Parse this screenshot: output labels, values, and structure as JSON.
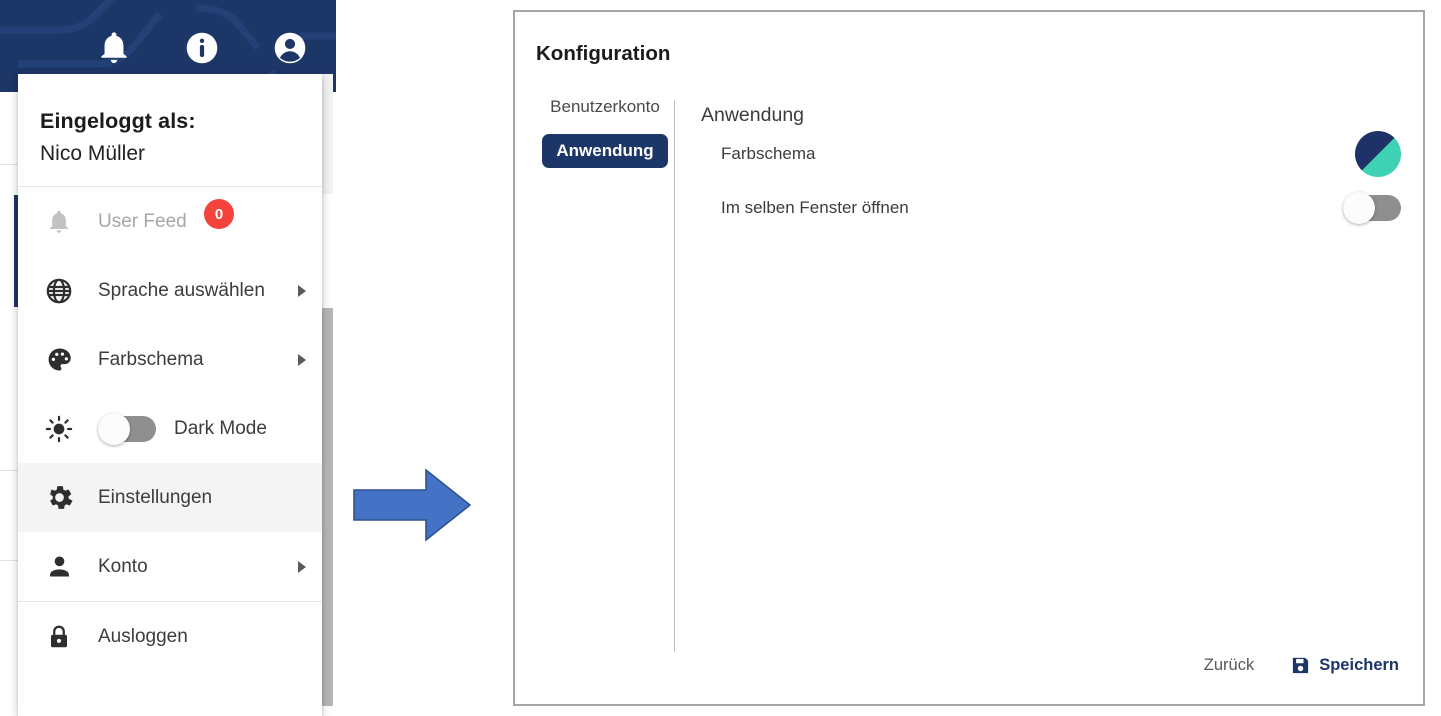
{
  "app_header": {
    "icons": [
      {
        "name": "notifications-bell-icon",
        "label": "Benachrichtigungen"
      },
      {
        "name": "info-circle-icon",
        "label": "Information"
      },
      {
        "name": "account-circle-icon",
        "label": "Benutzerkonto"
      }
    ],
    "background_color": "#1d3668"
  },
  "user_menu": {
    "logged_in_label": "Eingeloggt als:",
    "user_name": "Nico Müller",
    "items": [
      {
        "icon": "bell-icon",
        "label": "User Feed",
        "badge": "0",
        "disabled": true,
        "caret": false,
        "toggle": false,
        "highlight": false
      },
      {
        "icon": "globe-icon",
        "label": "Sprache auswählen",
        "badge": null,
        "disabled": false,
        "caret": true,
        "toggle": false,
        "highlight": false
      },
      {
        "icon": "palette-icon",
        "label": "Farbschema",
        "badge": null,
        "disabled": false,
        "caret": true,
        "toggle": false,
        "highlight": false
      },
      {
        "icon": "sun-icon",
        "label": "Dark Mode",
        "badge": null,
        "disabled": false,
        "caret": false,
        "toggle": true,
        "toggle_on": false,
        "highlight": false
      },
      {
        "icon": "gear-icon",
        "label": "Einstellungen",
        "badge": null,
        "disabled": false,
        "caret": false,
        "toggle": false,
        "highlight": true
      },
      {
        "icon": "person-icon",
        "label": "Konto",
        "badge": null,
        "disabled": false,
        "caret": true,
        "toggle": false,
        "highlight": false
      },
      {
        "icon": "lock-icon",
        "label": "Ausloggen",
        "badge": null,
        "disabled": false,
        "caret": false,
        "toggle": false,
        "highlight": false
      }
    ],
    "badge_color": "#f4433c"
  },
  "arrow": {
    "name": "flow-arrow",
    "fill": "#4472c4",
    "stroke": "#2f528f"
  },
  "dialog": {
    "title": "Konfiguration",
    "nav": [
      {
        "label": "Benutzerkonto",
        "active": false
      },
      {
        "label": "Anwendung",
        "active": true
      }
    ],
    "pane_title": "Anwendung",
    "preferences": [
      {
        "label": "Farbschema",
        "control": "color-swatch",
        "colors": [
          "#1e3268",
          "#3fd1b4"
        ]
      },
      {
        "label": "Im selben Fenster öffnen",
        "control": "toggle",
        "on": false
      }
    ],
    "footer": {
      "back_label": "Zurück",
      "save_label": "Speichern",
      "save_icon": "save-floppy-icon",
      "accent_color": "#1d3668"
    }
  }
}
